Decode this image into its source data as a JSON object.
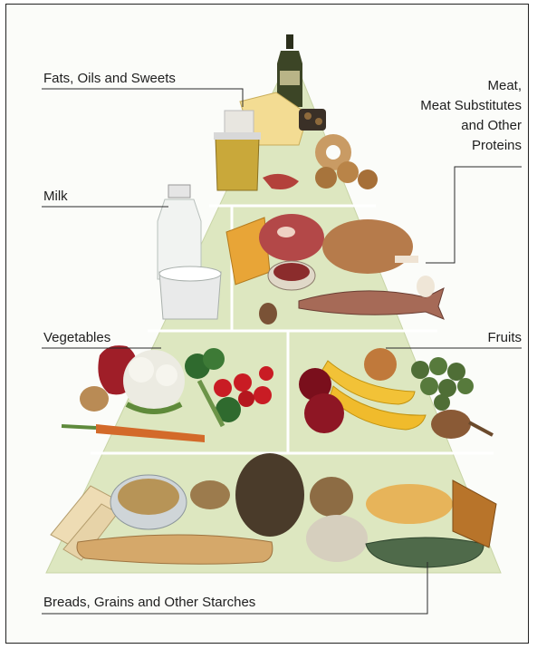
{
  "labels": {
    "fats": "Fats, Oils and Sweets",
    "meat_lines": [
      "Meat,",
      "Meat Substitutes",
      "and Other",
      "Proteins"
    ],
    "milk": "Milk",
    "vegetables": "Vegetables",
    "fruits": "Fruits",
    "breads": "Breads, Grains and Other Starches"
  },
  "colors": {
    "pyramid": "#dde7c0",
    "divider": "#ffffff",
    "line": "#2a2a2a"
  },
  "icons": {
    "top": [
      "oil-bottle-icon",
      "butter-icon",
      "candy-jar-icon",
      "donut-icon",
      "cookies-icon",
      "bacon-icon",
      "cheese-icon"
    ],
    "milk": [
      "milk-bottle-icon",
      "yogurt-bowl-icon"
    ],
    "meat": [
      "cheese-wedge-icon",
      "beef-icon",
      "chicken-leg-icon",
      "beans-bowl-icon",
      "fish-icon",
      "egg-icon"
    ],
    "vegetables": [
      "bell-pepper-icon",
      "cauliflower-icon",
      "broccoli-icon",
      "tomato-icon",
      "carrot-icon",
      "potato-icon"
    ],
    "fruits": [
      "banana-icon",
      "apple-icon",
      "grapes-icon",
      "pear-icon",
      "orange-icon"
    ],
    "breads": [
      "crackers-icon",
      "cereal-bowl-icon",
      "bread-loaf-icon",
      "baguette-icon",
      "pasta-icon",
      "muffin-icon"
    ]
  }
}
